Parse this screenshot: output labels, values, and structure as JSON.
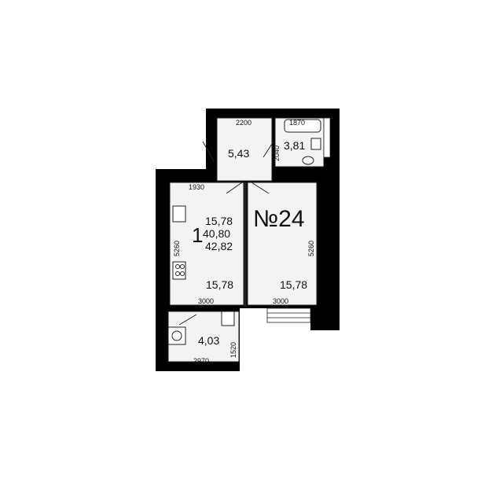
{
  "plan": {
    "apartment_number": "№24",
    "room_count": "1",
    "summary": {
      "living_area": "15,78",
      "apartment_area": "40,80",
      "total_area": "42,82"
    },
    "rooms": {
      "hall": "5,43",
      "bathroom": "3,81",
      "kitchen": "15,78",
      "living_room": "15,78",
      "loggia": "4,03"
    },
    "dimensions": {
      "hall_width": "2200",
      "bath_width": "1870",
      "bath_depth": "2040",
      "kitchen_top": "1930",
      "kitchen_depth": "5260",
      "room_depth": "5260",
      "kitchen_width": "3000",
      "room_width": "3000",
      "loggia_width": "2970",
      "loggia_depth": "1520"
    }
  }
}
